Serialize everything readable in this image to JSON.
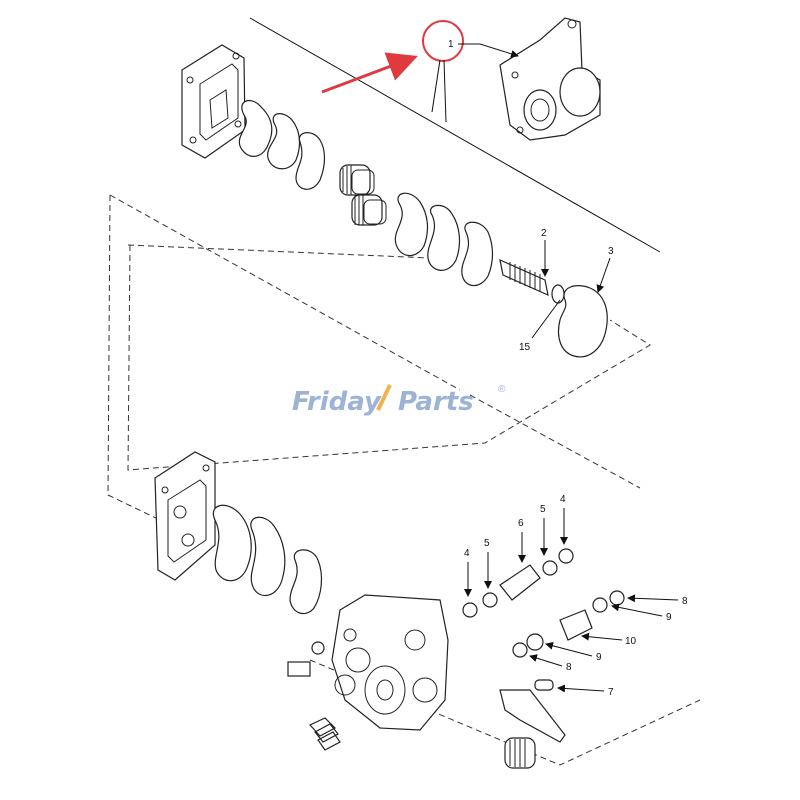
{
  "diagram": {
    "callouts": [
      "1",
      "2",
      "3",
      "15",
      "4",
      "5",
      "6",
      "5",
      "4",
      "8",
      "9",
      "10",
      "9",
      "8",
      "7"
    ],
    "watermark": {
      "part1": "Friday",
      "part2": "Parts",
      "mark": "®"
    },
    "colors": {
      "highlight": "#e0393e",
      "watermark_blue": "#9db3d6",
      "watermark_orange": "#f0b24a",
      "linework": "#222222"
    }
  }
}
